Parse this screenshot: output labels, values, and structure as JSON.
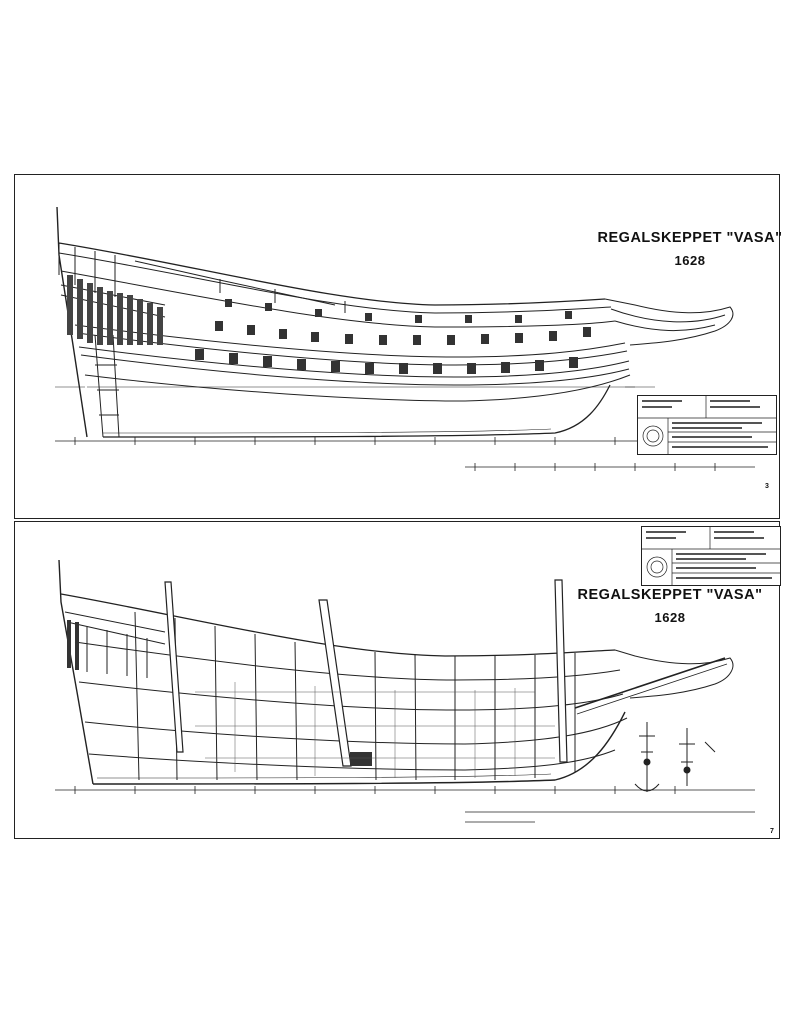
{
  "sheet_top": {
    "title": "REGALSKEPPET \"VASA\"",
    "year": "1628",
    "sheet_number": "3"
  },
  "sheet_bottom": {
    "title": "REGALSKEPPET \"VASA\"",
    "year": "1628",
    "sheet_number": "7"
  },
  "colors": {
    "line": "#222222",
    "paper": "#ffffff",
    "shade": "#444444"
  }
}
